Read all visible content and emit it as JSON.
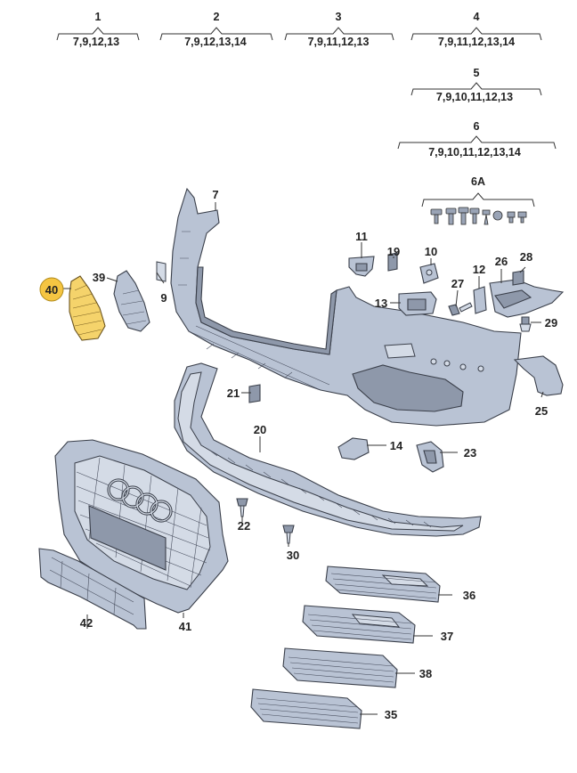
{
  "groups": [
    {
      "num": "1",
      "sub": "7,9,12,13"
    },
    {
      "num": "2",
      "sub": "7,9,12,13,14"
    },
    {
      "num": "3",
      "sub": "7,9,11,12,13"
    },
    {
      "num": "4",
      "sub": "7,9,11,12,13,14"
    },
    {
      "num": "5",
      "sub": "7,9,10,11,12,13"
    },
    {
      "num": "6",
      "sub": "7,9,10,11,12,13,14"
    },
    {
      "num": "6A",
      "sub": ""
    }
  ],
  "labels": {
    "p7": "7",
    "p9": "9",
    "p10": "10",
    "p11": "11",
    "p12": "12",
    "p13": "13",
    "p14": "14",
    "p19": "19",
    "p20": "20",
    "p21": "21",
    "p22": "22",
    "p23": "23",
    "p25": "25",
    "p26": "26",
    "p27": "27",
    "p28": "28",
    "p29": "29",
    "p30": "30",
    "p35": "35",
    "p36": "36",
    "p37": "37",
    "p38": "38",
    "p39": "39",
    "p40": "40",
    "p41": "41",
    "p42": "42"
  },
  "highlight": {
    "part": "40",
    "color": "#f5c542"
  }
}
